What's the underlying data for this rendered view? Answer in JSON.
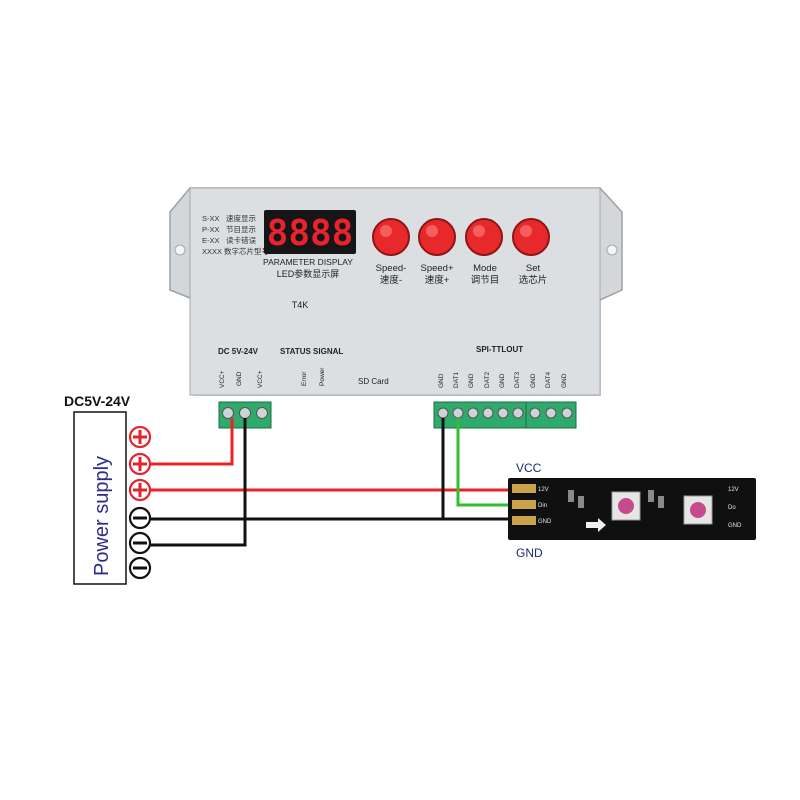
{
  "controller": {
    "legend": [
      {
        "code": "S-XX",
        "desc": "速度显示"
      },
      {
        "code": "P-XX",
        "desc": "节目显示"
      },
      {
        "code": "E-XX",
        "desc": "读卡错误"
      },
      {
        "code": "XXXX",
        "desc": "数字芯片型号"
      }
    ],
    "display_digits": "8888",
    "display_label_en": "PARAMETER DISPLAY",
    "display_label_cn": "LED参数显示屏",
    "model": "T4K",
    "buttons": [
      {
        "en": "Speed-",
        "cn": "速度-",
        "color": "#e8292b"
      },
      {
        "en": "Speed+",
        "cn": "速度+",
        "color": "#e8292b"
      },
      {
        "en": "Mode",
        "cn": "调节目",
        "color": "#e8292b"
      },
      {
        "en": "Set",
        "cn": "选芯片",
        "color": "#e8292b"
      }
    ],
    "power_section_label": "DC 5V-24V",
    "power_pins": [
      "VCC+",
      "GND",
      "VCC+"
    ],
    "status_label": "STATUS SIGNAL",
    "status_pins": [
      "Error",
      "Power"
    ],
    "sdcard_label": "SD Card",
    "output_section_label": "SPI-TTLOUT",
    "output_pins": [
      "GND",
      "DAT1",
      "GND",
      "DAT2",
      "GND",
      "DAT3",
      "GND",
      "DAT4",
      "GND"
    ]
  },
  "power_supply": {
    "voltage_label": "DC5V-24V",
    "name": "Power supply",
    "terminals": [
      "+",
      "+",
      "+",
      "−",
      "−",
      "−"
    ]
  },
  "strip": {
    "vcc_label": "VCC",
    "gnd_label": "GND",
    "pad_labels": [
      "12V",
      "Din",
      "GND"
    ],
    "pad_labels_right": [
      "12V",
      "Do",
      "GND"
    ]
  },
  "colors": {
    "wire_red": "#e8222a",
    "wire_black": "#111111",
    "wire_green": "#2fbf2f",
    "terminal_green": "#2eaa6a",
    "case": "#d9dcdf",
    "display": "#e8232e"
  }
}
